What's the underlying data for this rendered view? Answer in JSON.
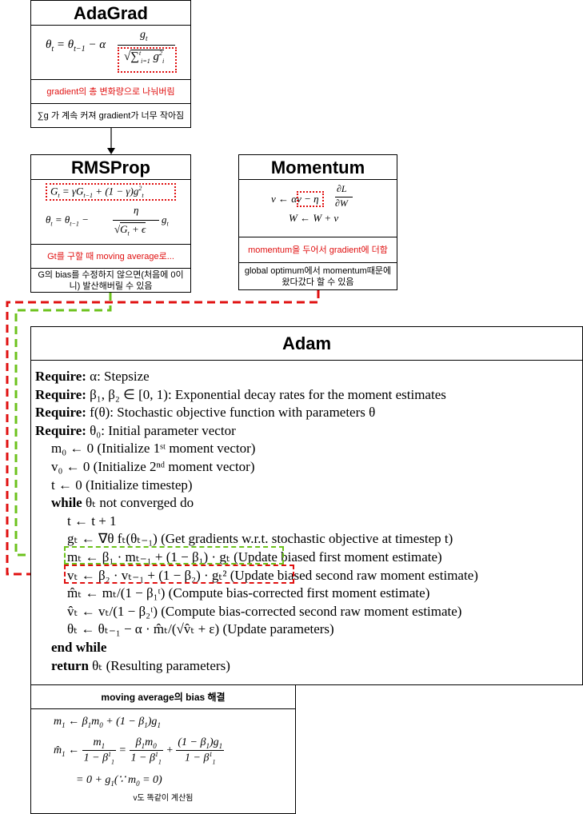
{
  "adagrad": {
    "title": "AdaGrad",
    "note_red": "gradient의 총 변화량으로 나눠버림",
    "note": "∑g 가 계속 커져 gradient가 너무 작아짐"
  },
  "rmsprop": {
    "title": "RMSProp",
    "note_red": "Gt를 구할 때 moving average로...",
    "note": "G의 bias를 수정하지 않으면(처음에 0이니) 발산해버릴 수 있음"
  },
  "momentum": {
    "title": "Momentum",
    "note_red": "momentum을 두어서 gradient에  더함",
    "note": "global optimum에서 momentum때문에 왔다갔다 할 수 있음"
  },
  "adam": {
    "title": "Adam",
    "lines": [
      {
        "kw": "Require:",
        "text": " α: Stepsize"
      },
      {
        "kw": "Require:",
        "text": " β₁, β₂ ∈ [0, 1): Exponential decay rates for the moment estimates"
      },
      {
        "kw": "Require:",
        "text": " f(θ): Stochastic objective function with parameters θ"
      },
      {
        "kw": "Require:",
        "text": " θ₀: Initial parameter vector"
      },
      {
        "kw": "",
        "text": "m₀ ← 0 (Initialize 1ˢᵗ moment vector)"
      },
      {
        "kw": "",
        "text": "v₀ ← 0 (Initialize 2ⁿᵈ moment vector)"
      },
      {
        "kw": "",
        "text": "t ← 0 (Initialize timestep)"
      },
      {
        "kw": "while",
        "text": " θₜ not converged do"
      },
      {
        "kw": "",
        "text": "t ← t + 1"
      },
      {
        "kw": "",
        "text": "gₜ ← ∇θ fₜ(θₜ₋₁) (Get gradients w.r.t. stochastic objective at timestep t)"
      },
      {
        "kw": "",
        "text": "mₜ ← β₁ · mₜ₋₁ + (1 − β₁) · gₜ (Update biased first moment estimate)"
      },
      {
        "kw": "",
        "text": "vₜ ← β₂ · vₜ₋₁ + (1 − β₂) · gₜ² (Update biased second raw moment estimate)"
      },
      {
        "kw": "",
        "text": "m̂ₜ ← mₜ/(1 − β₁ᵗ) (Compute bias-corrected first moment estimate)"
      },
      {
        "kw": "",
        "text": "v̂ₜ ← vₜ/(1 − β₂ᵗ) (Compute bias-corrected second raw moment estimate)"
      },
      {
        "kw": "",
        "text": "θₜ ← θₜ₋₁ − α · m̂ₜ/(√v̂ₜ + ε) (Update parameters)"
      },
      {
        "kw": "end while",
        "text": ""
      },
      {
        "kw": "return",
        "text": " θₜ (Resulting parameters)"
      }
    ]
  },
  "bias": {
    "title": "moving average의 bias 해결",
    "note": "v도 똑같이 계산됨"
  },
  "colors": {
    "red": "#e01010",
    "green": "#6cc21c",
    "border": "#000000"
  }
}
